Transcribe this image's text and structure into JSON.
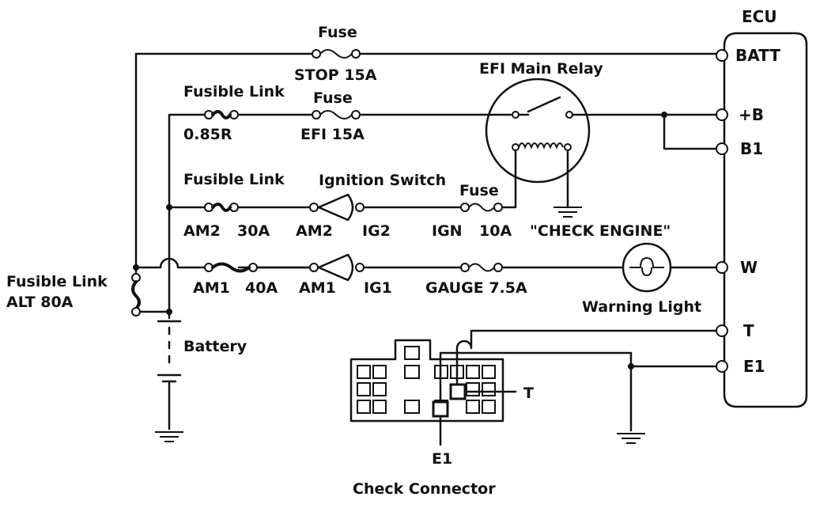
{
  "ecu": {
    "title": "ECU",
    "pins": [
      "BATT",
      "+B",
      "B1",
      "W",
      "T",
      "E1"
    ]
  },
  "relay": {
    "label": "EFI Main Relay"
  },
  "circuits": {
    "stop": {
      "fuse_label": "Fuse",
      "fuse_rating": "STOP 15A"
    },
    "efi": {
      "fusible_link_label": "Fusible Link",
      "fusible_link_rating": "0.85R",
      "fuse_label": "Fuse",
      "fuse_rating": "EFI 15A"
    },
    "ig2": {
      "fusible_link_label": "Fusible Link",
      "link_name": "AM2",
      "link_rating": "30A",
      "switch_label": "Ignition Switch",
      "switch_in": "AM2",
      "switch_out": "IG2",
      "fuse_label": "Fuse",
      "fuse_name": "IGN",
      "fuse_rating": "10A"
    },
    "ig1": {
      "link_name": "AM1",
      "link_rating": "40A",
      "switch_in": "AM1",
      "switch_out": "IG1",
      "fuse_rating": "GAUGE 7.5A"
    }
  },
  "lamp": {
    "title": "\"CHECK ENGINE\"",
    "caption": "Warning Light"
  },
  "main_link": {
    "line1": "Fusible Link",
    "line2": "ALT 80A"
  },
  "battery": {
    "label": "Battery"
  },
  "connector": {
    "title": "Check Connector",
    "t_label": "T",
    "e1_label": "E1"
  }
}
